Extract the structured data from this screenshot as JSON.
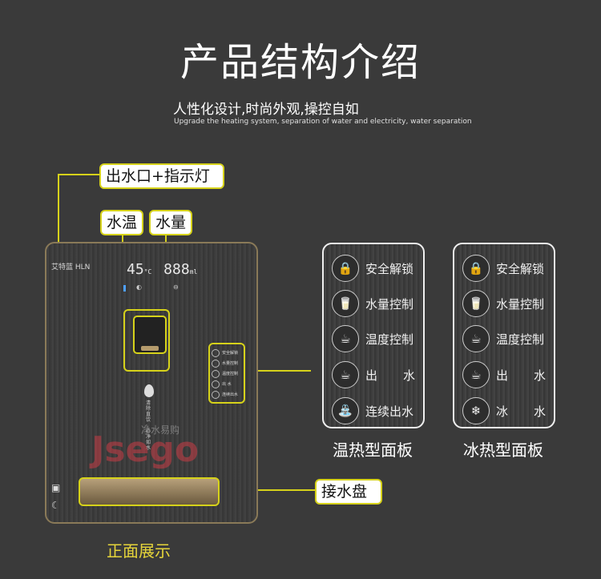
{
  "title": "产品结构介绍",
  "subtitle_cn": "人性化设计,时尚外观,操控自如",
  "subtitle_en": "Upgrade the heating system, separation of water and electricity, water separation",
  "callouts": {
    "outlet": "出水口+指示灯",
    "temp": "水温",
    "volume": "水量",
    "tray": "接水盘"
  },
  "device": {
    "brand": "艾特蓝 HLN",
    "temp_value": "45",
    "temp_unit": "°C",
    "volume_value": "888",
    "volume_unit": "ml",
    "mini_labels": [
      "安全解锁",
      "水量控制",
      "温度控制",
      "出  水",
      "连续出水"
    ],
    "vertical_text": "清除直饮 · 心净如水",
    "watermark": "Jsego",
    "watermark_cn": "净水易购"
  },
  "panels": {
    "warm": {
      "caption": "温热型面板",
      "items": [
        {
          "icon": "lock-icon",
          "glyph": "🔒",
          "label": "安全解锁"
        },
        {
          "icon": "cup-volume-icon",
          "glyph": "🥛",
          "label": "水量控制"
        },
        {
          "icon": "hot-cup-icon",
          "glyph": "☕",
          "label": "温度控制"
        },
        {
          "icon": "cup-icon",
          "glyph": "☕",
          "label_a": "出",
          "label_b": "水"
        },
        {
          "icon": "continuous-icon",
          "glyph": "⛲",
          "label": "连续出水"
        }
      ]
    },
    "cold": {
      "caption": "冰热型面板",
      "items": [
        {
          "icon": "lock-icon",
          "glyph": "🔒",
          "label": "安全解锁"
        },
        {
          "icon": "cup-volume-icon",
          "glyph": "🥛",
          "label": "水量控制"
        },
        {
          "icon": "hot-cup-icon",
          "glyph": "☕",
          "label": "温度控制"
        },
        {
          "icon": "cup-icon",
          "glyph": "☕",
          "label_a": "出",
          "label_b": "水"
        },
        {
          "icon": "snowflake-icon",
          "glyph": "❄",
          "label_a": "冰",
          "label_b": "水"
        }
      ]
    }
  },
  "front_caption": "正面展示",
  "colors": {
    "accent": "#d6d21a",
    "background": "#3a3a3a",
    "front_caption": "#e6d53a"
  }
}
